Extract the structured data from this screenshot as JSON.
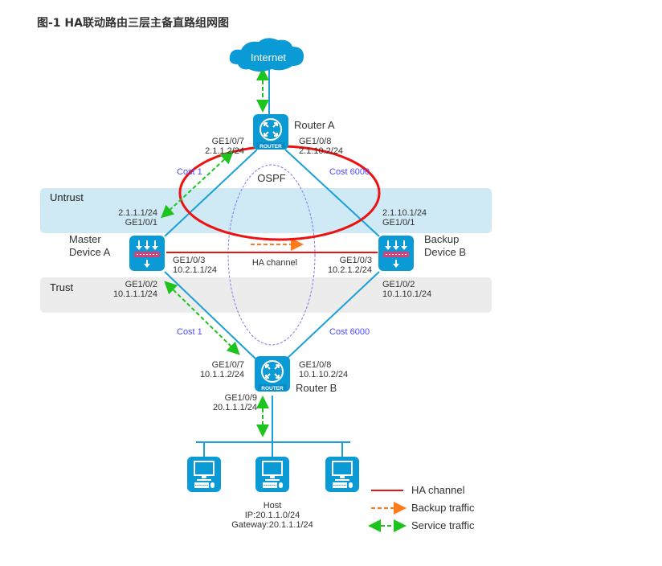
{
  "title": "图-1 HA联动路由三层主备直路组网图",
  "colors": {
    "device_blue": "#0a9bd6",
    "link_blue": "#1aa0d8",
    "ha_red": "#ee1111",
    "backup_orange": "#ff7a1a",
    "service_green": "#1ec41e",
    "cost_blue": "#4b4bff",
    "untrust_zone": "#cfe9f5",
    "trust_zone": "#ececec"
  },
  "internet": {
    "label": "Internet"
  },
  "router_a": {
    "name": "Router A",
    "badge": "ROUTER",
    "left_if": "GE1/0/7",
    "left_ip": "2.1.1.2/24",
    "right_if": "GE1/0/8",
    "right_ip": "2.1.10.2/24"
  },
  "router_b": {
    "name": "Router B",
    "badge": "ROUTER",
    "left_if": "GE1/0/7",
    "left_ip": "10.1.1.2/24",
    "right_if": "GE1/0/8",
    "right_ip": "10.1.10.2/24",
    "down_if": "GE1/0/9",
    "down_ip": "20.1.1.1/24"
  },
  "device_a": {
    "role": "Master",
    "name": "Device A",
    "up_ip": "2.1.1.1/24",
    "up_if": "GE1/0/1",
    "ha_if": "GE1/0/3",
    "ha_ip": "10.2.1.1/24",
    "down_if": "GE1/0/2",
    "down_ip": "10.1.1.1/24"
  },
  "device_b": {
    "role": "Backup",
    "name": "Device B",
    "up_ip": "2.1.10.1/24",
    "up_if": "GE1/0/1",
    "ha_if": "GE1/0/3",
    "ha_ip": "10.2.1.2/24",
    "down_if": "GE1/0/2",
    "down_ip": "10.1.10.1/24"
  },
  "costs": {
    "top_left": "Cost 1",
    "top_right": "Cost 6000",
    "bottom_left": "Cost 1",
    "bottom_right": "Cost 6000"
  },
  "zones": {
    "untrust": "Untrust",
    "trust": "Trust"
  },
  "ospf_label": "OSPF",
  "ha_channel_label": "HA channel",
  "host": {
    "name": "Host",
    "ip": "IP:20.1.1.0/24",
    "gateway": "Gateway:20.1.1.1/24"
  },
  "legend": [
    {
      "label": "HA channel",
      "style": "solid-red"
    },
    {
      "label": "Backup traffic",
      "style": "dashed-orange-arrow"
    },
    {
      "label": "Service traffic",
      "style": "dashed-green-double-arrow"
    }
  ]
}
